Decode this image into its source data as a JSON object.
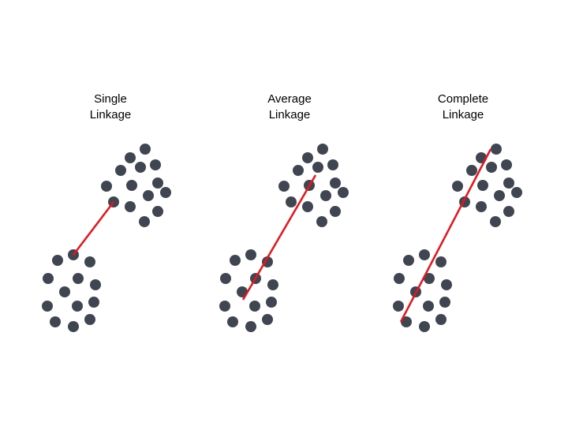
{
  "panels": [
    {
      "title": "Single\nLinkage"
    },
    {
      "title": "Average\nLinkage"
    },
    {
      "title": "Complete\nLinkage"
    }
  ],
  "colors": {
    "point": "#404552",
    "link": "#e8141c",
    "background": "#ffffff"
  }
}
